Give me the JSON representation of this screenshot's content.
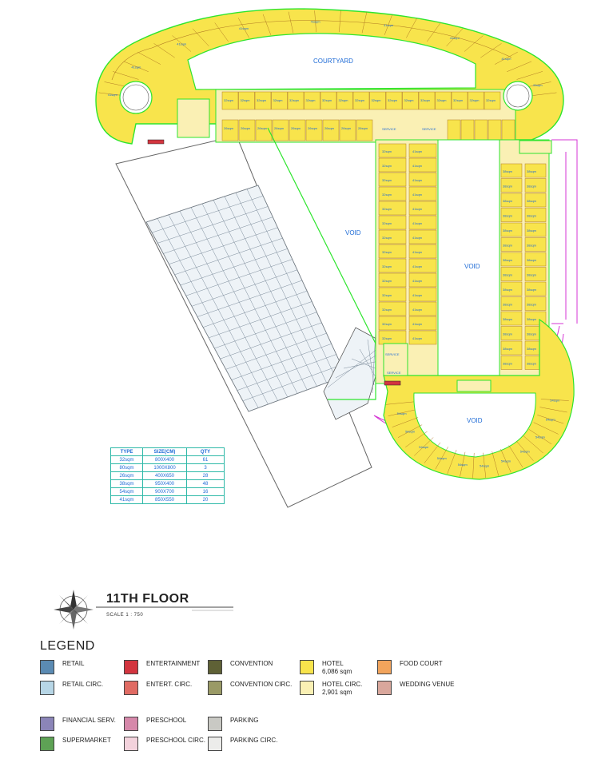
{
  "plan": {
    "labels": {
      "courtyard": "COURTYARD",
      "void_left": "VOID",
      "void_center": "VOID",
      "void_bottom": "VOID",
      "service": "SERVICE"
    },
    "unit_codes": [
      "32sqm",
      "41sqm",
      "26sqm",
      "38sqm",
      "54sqm",
      "80sqm"
    ]
  },
  "schedule": {
    "headers": [
      "TYPE",
      "SIZE(CM)",
      "QTY"
    ],
    "rows": [
      [
        "32sqm",
        "800X400",
        "61"
      ],
      [
        "80sqm",
        "1000X800",
        "3"
      ],
      [
        "26sqm",
        "400X650",
        "28"
      ],
      [
        "38sqm",
        "950X400",
        "48"
      ],
      [
        "54sqm",
        "900X700",
        "16"
      ],
      [
        "41sqm",
        "850X550",
        "20"
      ]
    ]
  },
  "title_block": {
    "title": "11TH FLOOR",
    "scale": "SCALE 1 : 750"
  },
  "legend": {
    "title": "LEGEND",
    "items": [
      {
        "label": "RETAIL",
        "color": "#5b8bb3"
      },
      {
        "label": "RETAIL CIRC.",
        "color": "#b7d6e6"
      },
      {
        "label": "ENTERTAINMENT",
        "color": "#d3353f"
      },
      {
        "label": "ENTERT. CIRC.",
        "color": "#e06b63"
      },
      {
        "label": "CONVENTION",
        "color": "#5f6136"
      },
      {
        "label": "CONVENTION CIRC.",
        "color": "#9a9a66"
      },
      {
        "label": "HOTEL\n6,086 sqm",
        "color": "#f8e44c"
      },
      {
        "label": "HOTEL CIRC.\n2,901 sqm",
        "color": "#faf0b4"
      },
      {
        "label": "FOOD COURT",
        "color": "#f2a45c"
      },
      {
        "label": "WEDDING VENUE",
        "color": "#d9a79c"
      },
      {
        "label": "FINANCIAL SERV.",
        "color": "#8b85b8"
      },
      {
        "label": "SUPERMARKET",
        "color": "#5ea255"
      },
      {
        "label": "PRESCHOOL",
        "color": "#d688aa"
      },
      {
        "label": "PRESCHOOL CIRC.",
        "color": "#f3d2dc"
      },
      {
        "label": "PARKING",
        "color": "#c9c9c4"
      },
      {
        "label": "PARKING CIRC.",
        "color": "#ececea"
      }
    ]
  },
  "colors": {
    "unit": "#f8e44c",
    "circ": "#faf0b4",
    "outline": "#2ee52e",
    "unit_line": "#b07a24",
    "text": "#1e6bd6",
    "magenta": "#d535d5"
  }
}
